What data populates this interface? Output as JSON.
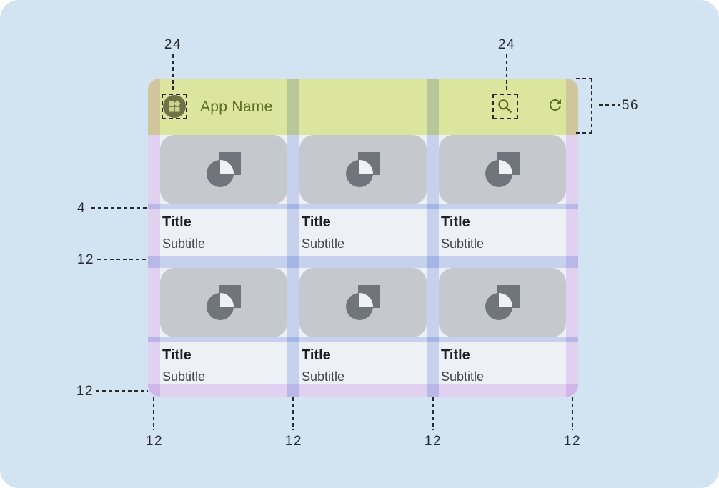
{
  "header": {
    "app_name": "App Name",
    "icons": [
      "widgets-icon",
      "search-icon",
      "refresh-icon"
    ]
  },
  "cards": [
    {
      "title": "Title",
      "subtitle": "Subtitle"
    },
    {
      "title": "Title",
      "subtitle": "Subtitle"
    },
    {
      "title": "Title",
      "subtitle": "Subtitle"
    },
    {
      "title": "Title",
      "subtitle": "Subtitle"
    },
    {
      "title": "Title",
      "subtitle": "Subtitle"
    },
    {
      "title": "Title",
      "subtitle": "Subtitle"
    }
  ],
  "annotations": {
    "icon_size_left": "24",
    "icon_size_right": "24",
    "appbar_height": "56",
    "image_text_gap": "4",
    "row_gap": "12",
    "bottom_margin": "12",
    "bottom_columns": [
      "12",
      "12",
      "12",
      "12"
    ]
  },
  "colors": {
    "canvas_bg": "#d2e4f2",
    "appbar_bg": "#dce59e",
    "appbar_fg": "#5c6b22",
    "app_icon_bg": "#6e7246",
    "app_icon_fg": "#ccd38f",
    "surface_bg": "#edf0f4",
    "image_bg": "#c5c9ce",
    "image_icon_fg": "#70757c",
    "title_fg": "#1d2025",
    "subtitle_fg": "#3f434a",
    "keyline_gutter_blue": "#d4def8",
    "keyline_margin_purple": "#f0defa",
    "annotation_fg": "#26292e"
  }
}
